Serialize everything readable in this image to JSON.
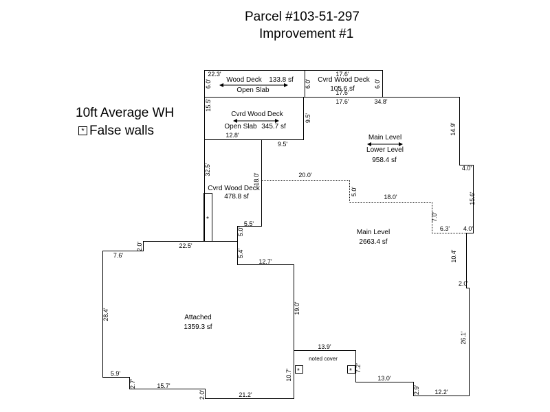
{
  "title": {
    "parcel": "Parcel #103-51-297",
    "improvement": "Improvement #1"
  },
  "notes": {
    "wall_height": "10ft Average WH",
    "false_walls_symbol": "*",
    "false_walls": "False walls"
  },
  "areas": {
    "deck_top_left_name": "Wood Deck",
    "deck_top_left_area": "133.8 sf",
    "deck_top_left_sub": "Open Slab",
    "deck_top_right_name": "Cvrd Wood Deck",
    "deck_top_right_area": "105.6 sf",
    "deck_mid_name": "Cvrd Wood Deck",
    "deck_mid_sub": "Open Slab",
    "deck_mid_area": "345.7 sf",
    "deck_narrow_name": "Cvrd Wood Deck",
    "deck_narrow_area": "478.8 sf",
    "main_lower_name": "Main Level",
    "main_lower_sub": "Lower Level",
    "main_lower_area": "958.4 sf",
    "main_name": "Main Level",
    "main_area": "2663.4 sf",
    "attached_name": "Attached",
    "attached_area": "1359.3 sf",
    "noted_cover": "noted cover"
  },
  "dimensions": {
    "d_22_3": "22.3'",
    "d_6_0_a": "6.0'",
    "d_6_0_b": "6.0'",
    "d_6_0_c": "6.0'",
    "d_17_6_a": "17.6'",
    "d_17_6_b": "17.6'",
    "d_17_6_c": "17.6'",
    "d_34_8": "34.8'",
    "d_15_5": "15.5'",
    "d_9_5_v": "9.5'",
    "d_12_8": "12.8'",
    "d_9_5_h": "9.5'",
    "d_14_9": "14.9'",
    "d_32_5": "32.5'",
    "d_18_0_v": "18.0'",
    "d_20_0": "20.0'",
    "d_4_0_a": "4.0'",
    "d_5_0_v": "5.0'",
    "d_18_0_h": "18.0'",
    "d_15_6": "15.6'",
    "d_7_0": "7.0'",
    "d_6_3": "6.3'",
    "d_4_0_b": "4.0'",
    "d_5_5": "5.5'",
    "d_5_0_b": "5.0'",
    "d_2_0_a": "2.0'",
    "d_22_5": "22.5'",
    "d_7_6": "7.6'",
    "d_5_4": "5.4'",
    "d_12_7": "12.7'",
    "d_10_4": "10.4'",
    "d_2_0_b": "2.0'",
    "d_28_4": "28.4'",
    "d_19_0": "19.0'",
    "d_13_9": "13.9'",
    "d_26_1": "26.1'",
    "d_7_2": "7.2'",
    "d_10_7": "10.7'",
    "d_5_9": "5.9'",
    "d_13_0": "13.0'",
    "d_2_7": "2.7'",
    "d_15_7": "15.7'",
    "d_2_0_c": "2.0'",
    "d_21_2": "21.2'",
    "d_2_9": "2.9'",
    "d_12_2": "12.2'"
  },
  "markers": {
    "false_wall_a": "*",
    "false_wall_b": "*",
    "false_wall_c": "*"
  }
}
